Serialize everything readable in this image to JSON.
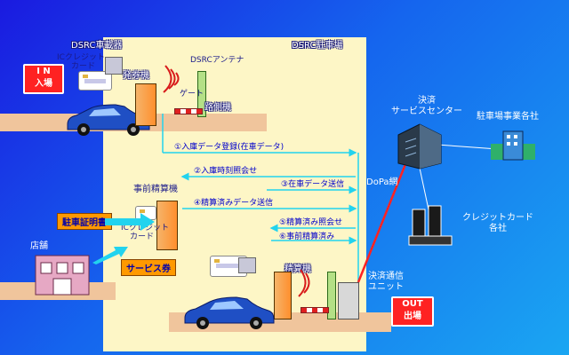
{
  "labels": {
    "dsrc_onboard": "DSRC車載器",
    "dsrc_parking": "DSRC駐車場",
    "ic_credit_top": [
      "ICクレジット",
      "カード"
    ],
    "in_entry": [
      "I N",
      "入場"
    ],
    "ticket_machine": "発券機",
    "dsrc_antenna": "DSRCアンテナ",
    "gate": "ゲート",
    "roadside_unit": "路側機",
    "flow_1": "①入庫データ登録(在車データ)",
    "flow_2": "②入庫時刻照会せ",
    "flow_3": "③在車データ送信",
    "flow_4": "④精算済みデータ送信",
    "flow_5": "⑤精算済み照会せ",
    "flow_6": "⑥事前精算済み",
    "prepay_machine": "事前精算機",
    "parking_certificate": "駐車証明書",
    "ic_credit_mid": [
      "ICクレジット",
      "カード"
    ],
    "store": "店舗",
    "service_ticket": "サービス券",
    "pay_machine": "精算機",
    "payment_center": [
      "決済",
      "サービスセンター"
    ],
    "parking_companies": "駐車場事業各社",
    "dopa_network": "DoPa網",
    "credit_companies": [
      "クレジットカード",
      "各社"
    ],
    "payment_unit": [
      "決済通信",
      "ユニット"
    ],
    "out_exit": [
      "OUT",
      "出場"
    ]
  },
  "colors": {
    "background_start": "#1a1ae0",
    "background_end": "#1aa6f2",
    "parking_area": "#fdf6c6",
    "ground": "#f0c59c",
    "car": "#1f4fc4",
    "flow_arrow": "#22d3ee",
    "dopa_link": "#ff2222",
    "in_badge": "#ff2222",
    "label_pill": "#ff9900"
  }
}
